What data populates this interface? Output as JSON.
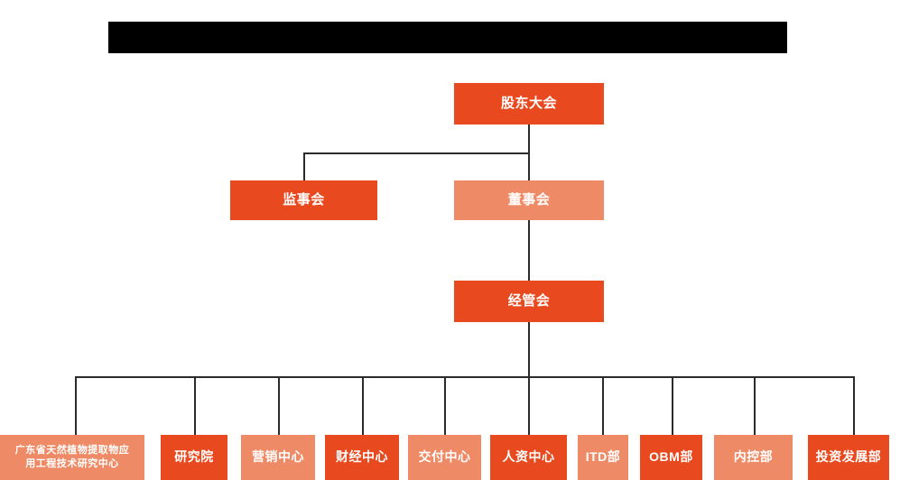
{
  "page": {
    "title": "组织架构图",
    "background_color": "#ffffff"
  },
  "redaction": {
    "name": "redacted-title-bar",
    "color": "#000000",
    "text": ""
  },
  "colors": {
    "dark_orange": "#E8491E",
    "light_orange": "#EE8B66",
    "connector": "#2b2b2b",
    "label_text": "#ffffff"
  },
  "chart_data": {
    "type": "diagram",
    "diagram_kind": "organization-chart",
    "orientation": "top-down",
    "title": "",
    "nodes": [
      {
        "id": "shareholders",
        "label": "股东大会",
        "tier": 1,
        "style": "dark"
      },
      {
        "id": "supervisors",
        "label": "监事会",
        "tier": 2,
        "style": "dark"
      },
      {
        "id": "directors",
        "label": "董事会",
        "tier": 2,
        "style": "light"
      },
      {
        "id": "management",
        "label": "经管会",
        "tier": 3,
        "style": "dark"
      },
      {
        "id": "dept-1",
        "label": "广东省天然植物提取物应\n用工程技术研究中心",
        "tier": 4,
        "style": "light"
      },
      {
        "id": "dept-2",
        "label": "研究院",
        "tier": 4,
        "style": "dark"
      },
      {
        "id": "dept-3",
        "label": "营销中心",
        "tier": 4,
        "style": "light"
      },
      {
        "id": "dept-4",
        "label": "财经中心",
        "tier": 4,
        "style": "dark"
      },
      {
        "id": "dept-5",
        "label": "交付中心",
        "tier": 4,
        "style": "light"
      },
      {
        "id": "dept-6",
        "label": "人资中心",
        "tier": 4,
        "style": "dark"
      },
      {
        "id": "dept-7",
        "label": "ITD部",
        "tier": 4,
        "style": "light"
      },
      {
        "id": "dept-8",
        "label": "OBM部",
        "tier": 4,
        "style": "dark"
      },
      {
        "id": "dept-9",
        "label": "内控部",
        "tier": 4,
        "style": "light"
      },
      {
        "id": "dept-10",
        "label": "投资发展部",
        "tier": 4,
        "style": "dark"
      }
    ],
    "edges": [
      {
        "from": "shareholders",
        "to": "supervisors"
      },
      {
        "from": "shareholders",
        "to": "directors"
      },
      {
        "from": "directors",
        "to": "management"
      },
      {
        "from": "management",
        "to": "dept-1"
      },
      {
        "from": "management",
        "to": "dept-2"
      },
      {
        "from": "management",
        "to": "dept-3"
      },
      {
        "from": "management",
        "to": "dept-4"
      },
      {
        "from": "management",
        "to": "dept-5"
      },
      {
        "from": "management",
        "to": "dept-6"
      },
      {
        "from": "management",
        "to": "dept-7"
      },
      {
        "from": "management",
        "to": "dept-8"
      },
      {
        "from": "management",
        "to": "dept-9"
      },
      {
        "from": "management",
        "to": "dept-10"
      }
    ]
  }
}
